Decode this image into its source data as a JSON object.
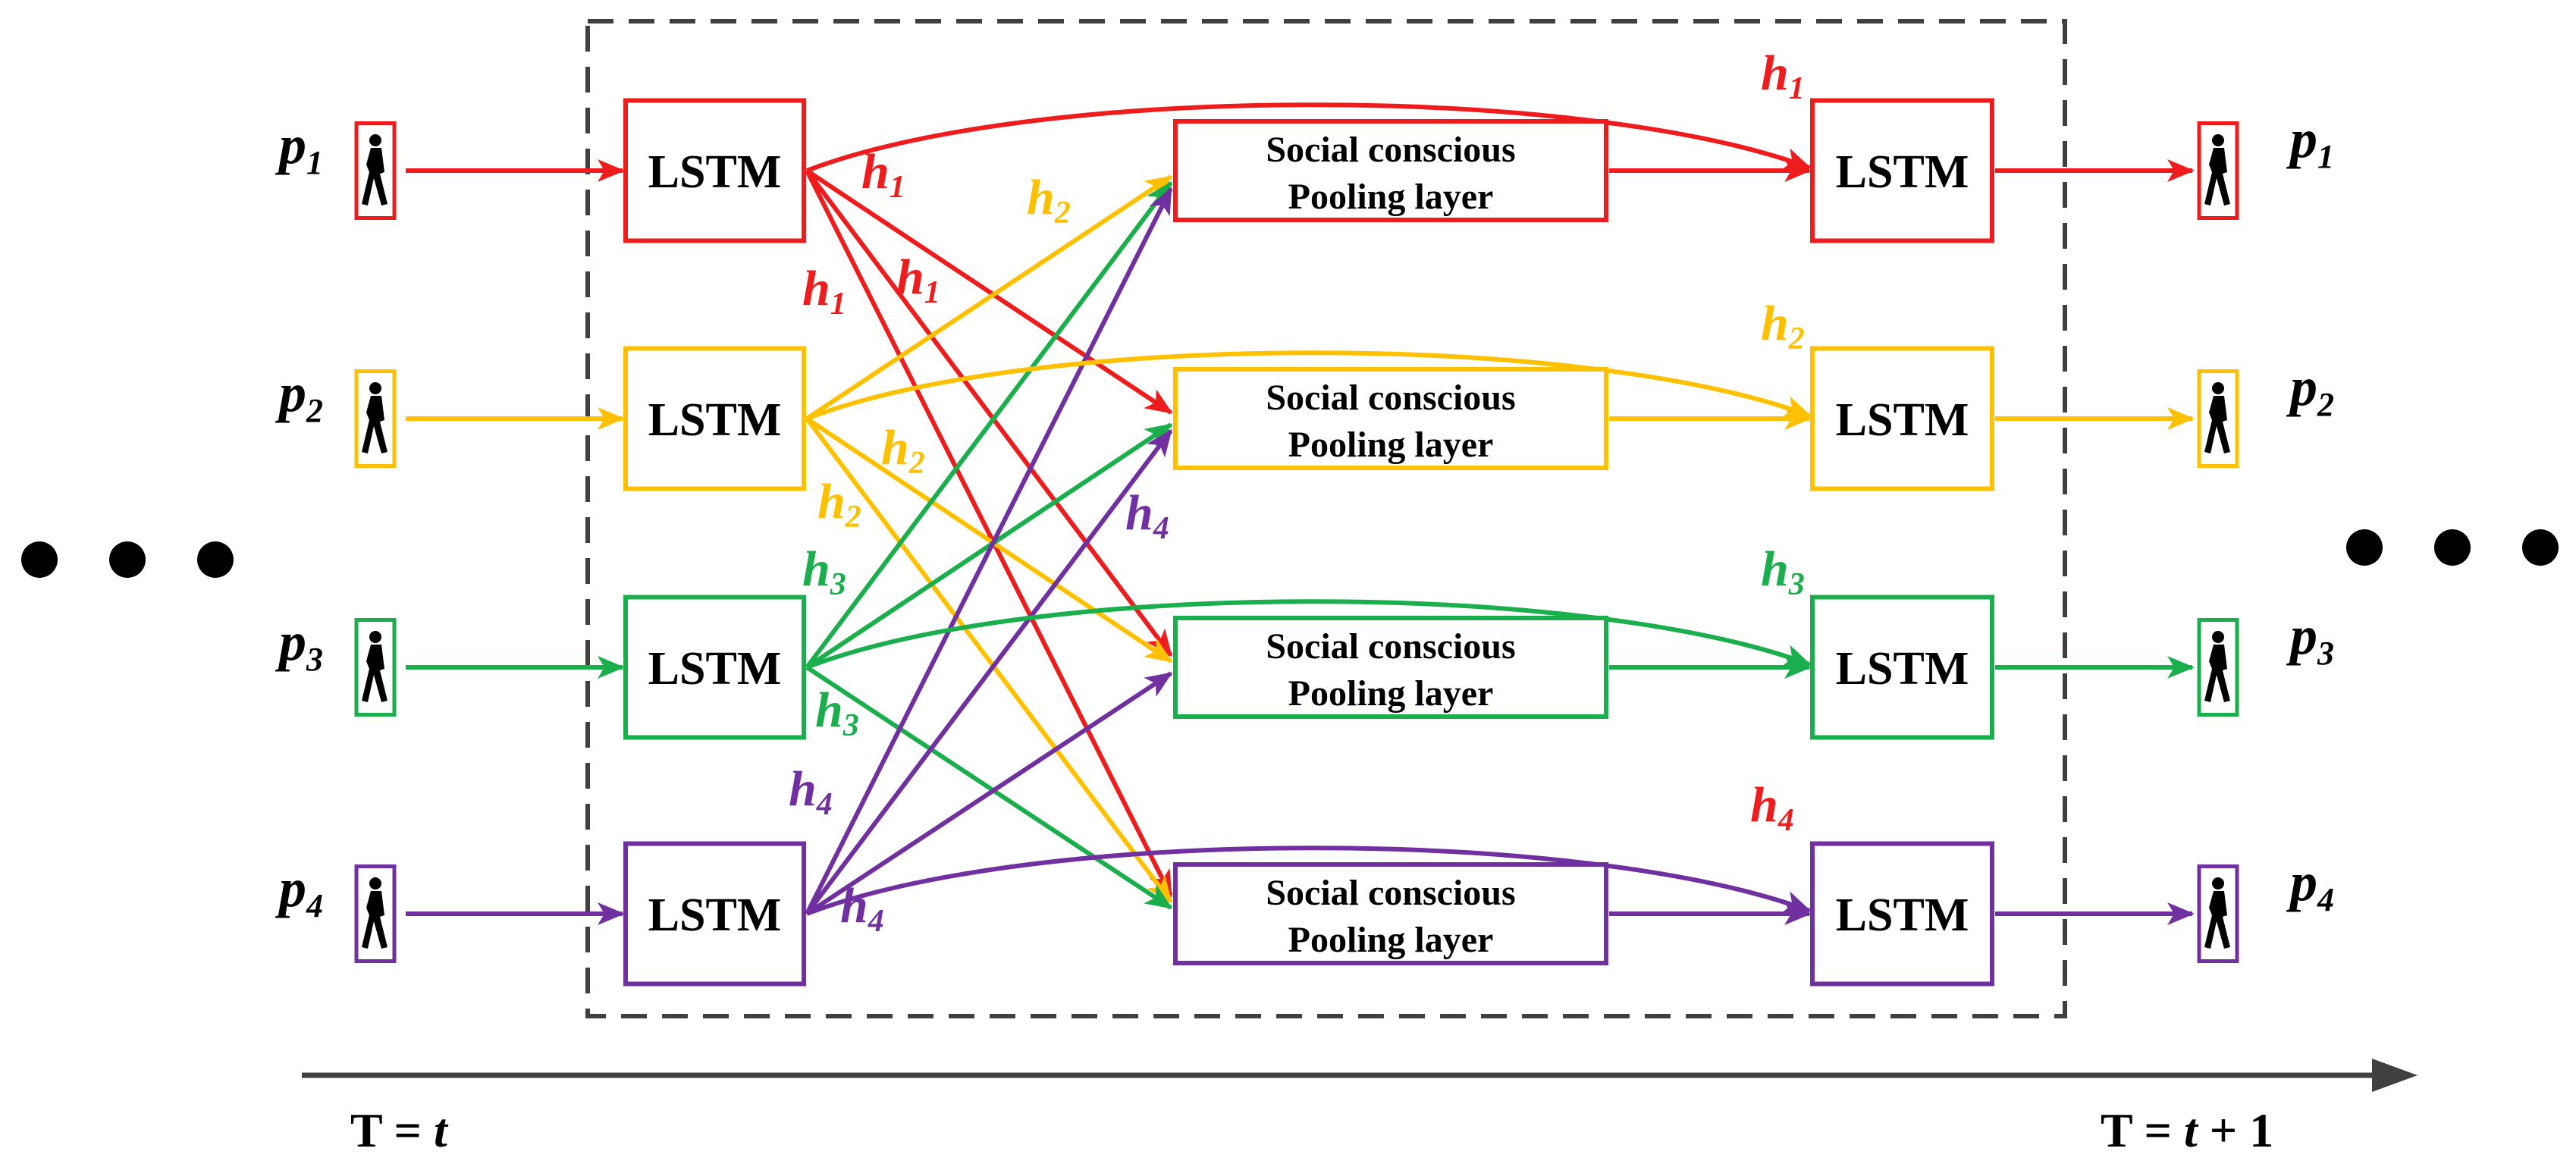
{
  "colors": {
    "red": "#ee1c1c",
    "yellow": "#ffc000",
    "green": "#1aae4c",
    "purple": "#7030a0",
    "dashed_frame": "#404040",
    "axis": "#404040"
  },
  "input_pedestrians": [
    {
      "label": "p",
      "sub": "1",
      "color": "red"
    },
    {
      "label": "p",
      "sub": "2",
      "color": "yellow"
    },
    {
      "label": "p",
      "sub": "3",
      "color": "green"
    },
    {
      "label": "p",
      "sub": "4",
      "color": "purple"
    }
  ],
  "output_pedestrians": [
    {
      "label": "p",
      "sub": "1",
      "color": "red"
    },
    {
      "label": "p",
      "sub": "2",
      "color": "yellow"
    },
    {
      "label": "p",
      "sub": "3",
      "color": "green"
    },
    {
      "label": "p",
      "sub": "4",
      "color": "purple"
    }
  ],
  "lstm_label": "LSTM",
  "pooling_line1": "Social conscious",
  "pooling_line2": "Pooling layer",
  "hidden_label": "h",
  "time_start_prefix": "T = ",
  "time_start_var": "t",
  "time_end_prefix": "T = ",
  "time_end_var": "t",
  "time_end_suffix": " + 1",
  "ellipsis": "● ● ●"
}
